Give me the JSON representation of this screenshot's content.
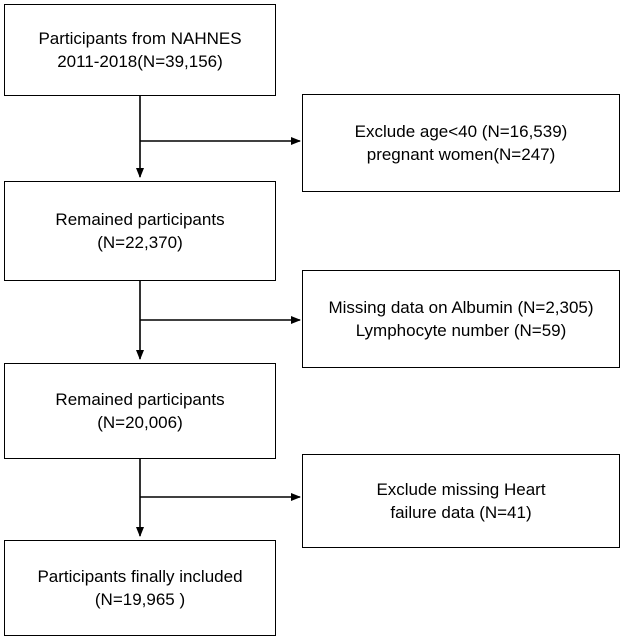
{
  "main_steps": [
    {
      "line1": "Participants from NAHNES",
      "line2": "2011-2018(N=39,156)"
    },
    {
      "line1": "Remained participants",
      "line2": "(N=22,370)"
    },
    {
      "line1": "Remained participants",
      "line2": "(N=20,006)"
    },
    {
      "line1": "Participants finally included",
      "line2": "(N=19,965 )"
    }
  ],
  "exclusions": [
    {
      "line1": "Exclude age<40 (N=16,539)",
      "line2": "pregnant women(N=247)"
    },
    {
      "line1": "Missing data on Albumin (N=2,305)",
      "line2": "Lymphocyte number (N=59)"
    },
    {
      "line1": "Exclude missing Heart",
      "line2": "failure data (N=41)"
    }
  ],
  "colors": {
    "stroke": "#000000",
    "background": "#ffffff"
  }
}
